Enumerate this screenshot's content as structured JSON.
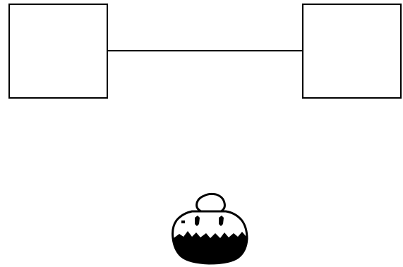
{
  "diagram": {
    "nodes": [
      {
        "id": "left-box",
        "label": ""
      },
      {
        "id": "right-box",
        "label": ""
      }
    ],
    "edges": [
      {
        "from": "left-box",
        "to": "right-box"
      }
    ],
    "figure": {
      "icon": "pudding-blob-icon"
    }
  },
  "colors": {
    "stroke": "#000000",
    "fill": "#ffffff",
    "figure_dark": "#000000"
  }
}
